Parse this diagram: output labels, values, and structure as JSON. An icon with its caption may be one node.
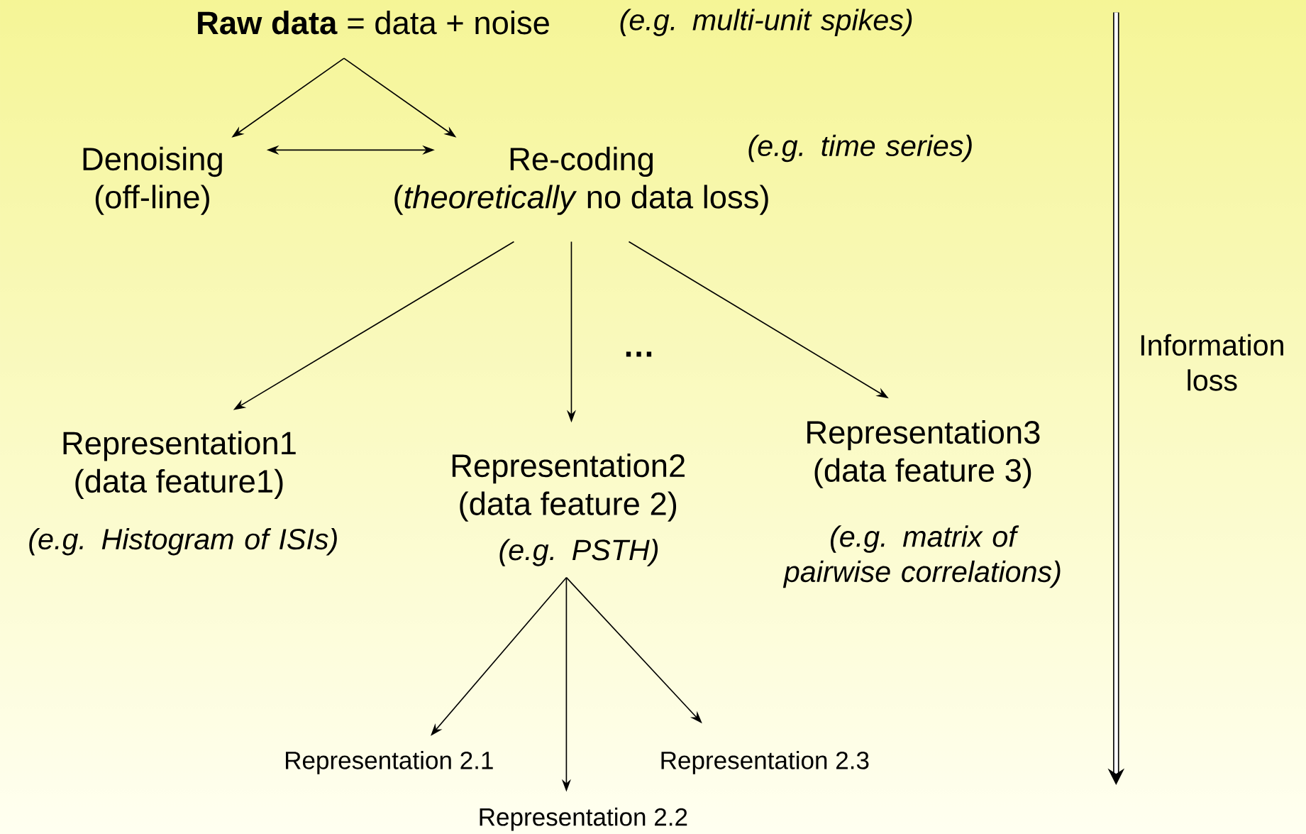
{
  "diagram": {
    "nodes": [
      {
        "text": [
          "**Raw data** = data + noise"
        ],
        "beside": [
          "(e.g. multi-unit spikes)"
        ]
      },
      {
        "text": [
          "Denoising",
          "(off-line)"
        ]
      },
      {
        "text": [
          "Re-coding",
          "(*theoretically* no data loss)"
        ],
        "beside": [
          "(e.g. time series)"
        ]
      },
      {
        "text": [
          "Representation1",
          "(data feature1)"
        ],
        "beside": [
          "(e.g. Histogram of ISIs)"
        ]
      },
      {
        "text": [
          "Representation2",
          "(data feature 2)"
        ],
        "beside": [
          "(e.g. PSTH)"
        ]
      },
      {
        "text": [
          "Representation3",
          "(data feature 3)"
        ],
        "beside": [
          "(e.g. matrix of pairwise correlations)"
        ]
      },
      {
        "text": [
          "Representation 2.1"
        ]
      },
      {
        "text": [
          "Representation 2.2"
        ]
      },
      {
        "text": [
          "Representation 2.3"
        ]
      }
    ],
    "edges": [
      {
        "from": 0,
        "to": 1,
        "arrow": "to"
      },
      {
        "from": 0,
        "to": 2,
        "arrow": "to"
      },
      {
        "from": 1,
        "to": 2,
        "arrow": "both"
      },
      {
        "from": 2,
        "to": 3,
        "arrow": "to"
      },
      {
        "from": 2,
        "to": 4,
        "arrow": "to"
      },
      {
        "from": 2,
        "to": 5,
        "arrow": "to"
      },
      {
        "from": 4,
        "to": 6,
        "arrow": "to"
      },
      {
        "from": 4,
        "to": 7,
        "arrow": "to"
      },
      {
        "from": 4,
        "to": 8,
        "arrow": "to"
      }
    ],
    "labels": [
      "…",
      "Information loss"
    ]
  }
}
